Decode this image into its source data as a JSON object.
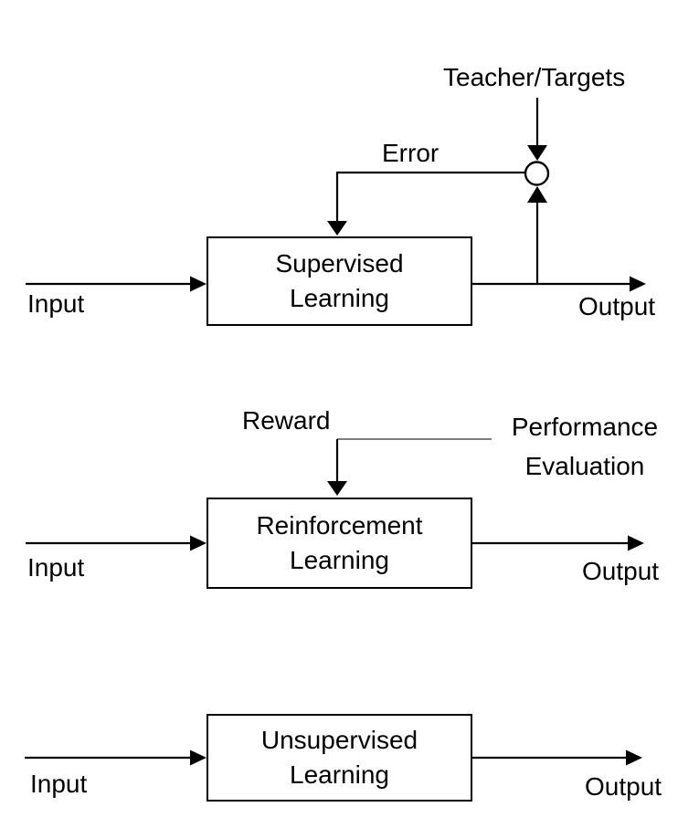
{
  "colors": {
    "line": "#000000",
    "background": "#ffffff",
    "thin_line": "#333333"
  },
  "supervised": {
    "teacher_label": "Teacher/Targets",
    "error_label": "Error",
    "box_line1": "Supervised",
    "box_line2": "Learning",
    "input_label": "Input",
    "output_label": "Output"
  },
  "reinforcement": {
    "reward_label": "Reward",
    "performance_line1": "Performance",
    "performance_line2": "Evaluation",
    "box_line1": "Reinforcement",
    "box_line2": "Learning",
    "input_label": "Input",
    "output_label": "Output"
  },
  "unsupervised": {
    "box_line1": "Unsupervised",
    "box_line2": "Learning",
    "input_label": "Input",
    "output_label": "Output"
  }
}
